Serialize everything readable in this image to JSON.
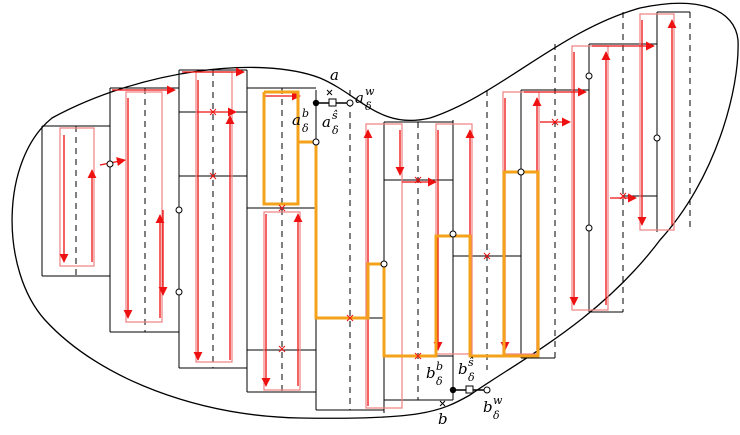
{
  "colors": {
    "outline": "#000000",
    "path_red": "#ee1111",
    "path_light": "#f08080",
    "path_orange": "#f5a21b",
    "marker_fill": "#ffffff"
  },
  "labels": {
    "a": {
      "base": "a",
      "sup": "",
      "sub": ""
    },
    "a_w": {
      "base": "a",
      "sup": "w",
      "sub": "δ"
    },
    "a_b": {
      "base": "a",
      "sup": "b",
      "sub": "δ"
    },
    "a_hat": {
      "base": "a",
      "sup": "ŝ",
      "sub": "δ"
    },
    "b": {
      "base": "b",
      "sup": "",
      "sub": ""
    },
    "b_w": {
      "base": "b",
      "sup": "w",
      "sub": "δ"
    },
    "b_b": {
      "base": "b",
      "sup": "b",
      "sub": "δ"
    },
    "b_hat": {
      "base": "b",
      "sup": "ŝ",
      "sub": "δ"
    }
  }
}
